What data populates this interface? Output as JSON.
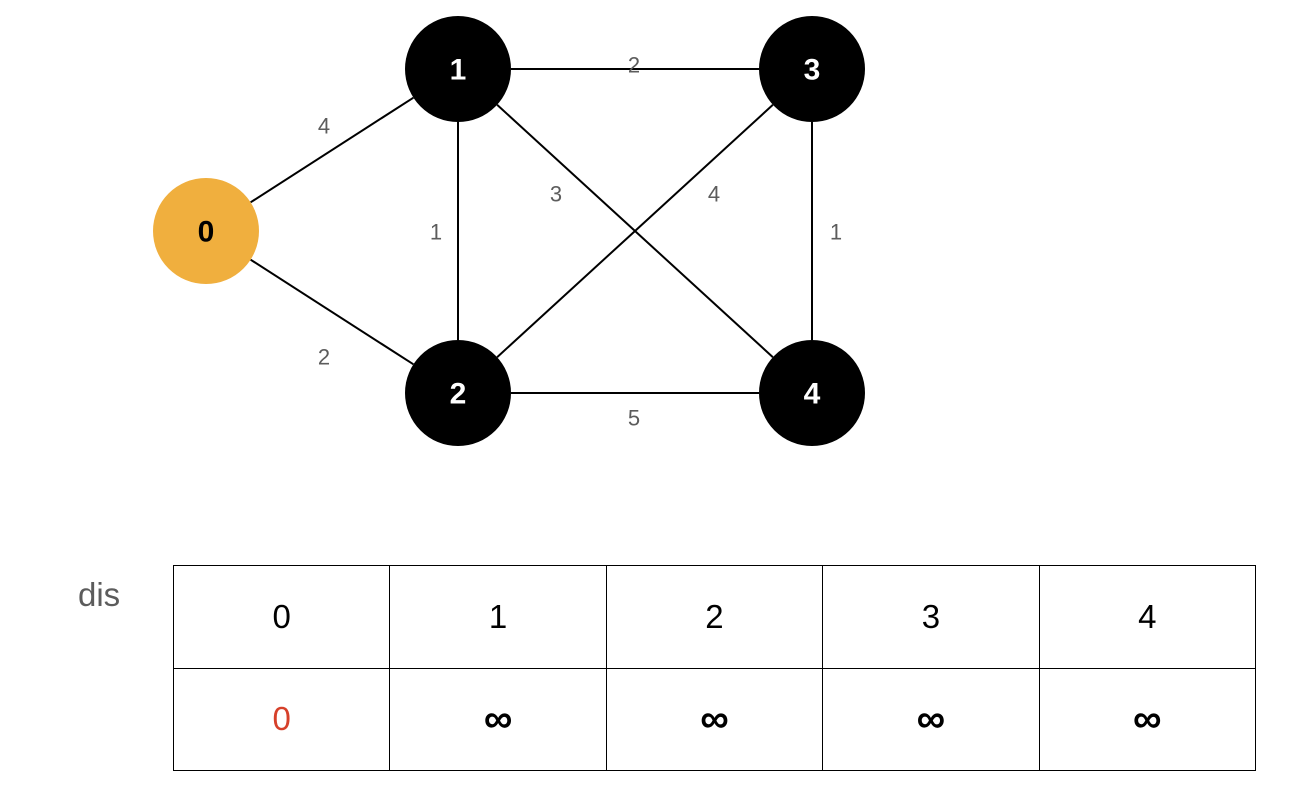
{
  "graph": {
    "source_color": "#F0AF3E",
    "node_color": "#000000",
    "nodes": [
      {
        "id": "0",
        "source": true
      },
      {
        "id": "1",
        "source": false
      },
      {
        "id": "2",
        "source": false
      },
      {
        "id": "3",
        "source": false
      },
      {
        "id": "4",
        "source": false
      }
    ],
    "edges": [
      {
        "from": "0",
        "to": "1",
        "weight": "4"
      },
      {
        "from": "0",
        "to": "2",
        "weight": "2"
      },
      {
        "from": "1",
        "to": "2",
        "weight": "1"
      },
      {
        "from": "1",
        "to": "3",
        "weight": "2"
      },
      {
        "from": "1",
        "to": "4",
        "weight": "3"
      },
      {
        "from": "2",
        "to": "3",
        "weight": "4"
      },
      {
        "from": "2",
        "to": "4",
        "weight": "5"
      },
      {
        "from": "3",
        "to": "4",
        "weight": "1"
      }
    ]
  },
  "distance_table": {
    "label": "dis",
    "headers": [
      "0",
      "1",
      "2",
      "3",
      "4"
    ],
    "values": [
      {
        "text": "0",
        "color": "#D6402A"
      },
      {
        "text": "∞",
        "color": "#000000"
      },
      {
        "text": "∞",
        "color": "#000000"
      },
      {
        "text": "∞",
        "color": "#000000"
      },
      {
        "text": "∞",
        "color": "#000000"
      }
    ]
  }
}
